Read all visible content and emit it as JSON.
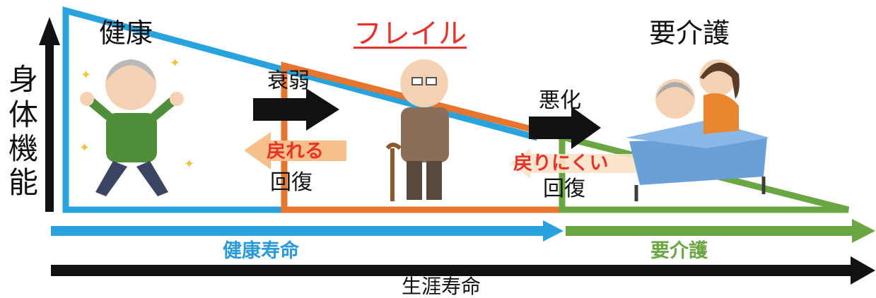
{
  "axis": {
    "y_label_chars": [
      "身",
      "体",
      "機",
      "能"
    ]
  },
  "stages": {
    "healthy": "健康",
    "frailty": "フレイル",
    "care": "要介護"
  },
  "transitions": {
    "decline": "衰弱",
    "worsen": "悪化",
    "reversible": "戻れる",
    "hard_to_reverse": "戻りにくい",
    "recovery_1": "回復",
    "recovery_2": "回復"
  },
  "timeline": {
    "healthy_life": "健康寿命",
    "care_period": "要介護",
    "lifespan": "生涯寿命"
  },
  "illustrations": [
    "elderly-man-cheerful",
    "elderly-man-with-cane",
    "caregiver-and-bedridden-elder"
  ],
  "colors": {
    "healthy": "#29a3de",
    "frailty": "#e8752e",
    "care": "#6aa641",
    "red_text": "#e8322c",
    "reverse_arrow": "#f7c08a"
  }
}
